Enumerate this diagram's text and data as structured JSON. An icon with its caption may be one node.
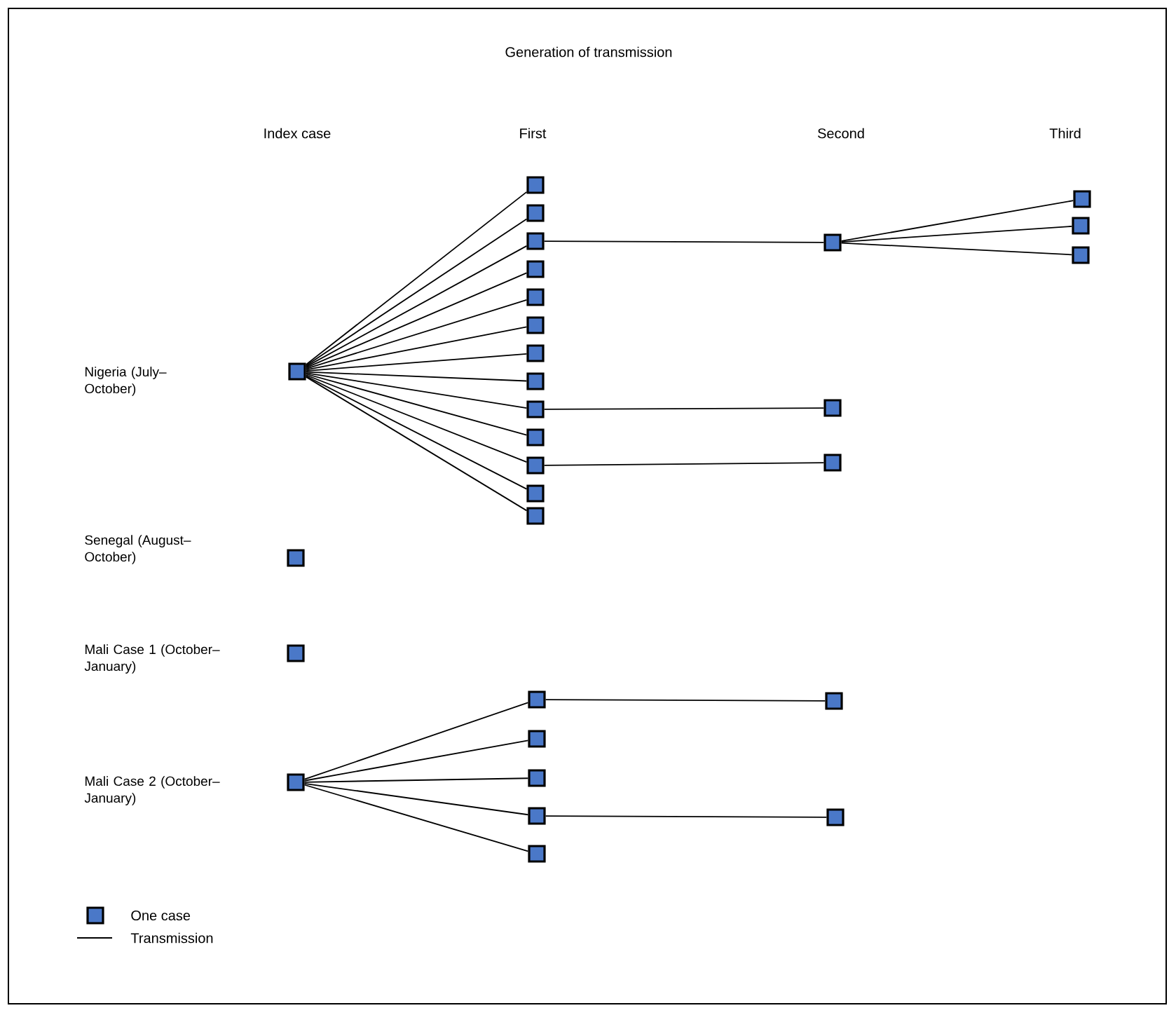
{
  "diagram": {
    "title": "Generation of transmission",
    "nodes": [
      {
        "text": [],
        "shape": "box"
      },
      {
        "text": [],
        "shape": "box"
      },
      {
        "text": [],
        "shape": "box"
      },
      {
        "text": [],
        "shape": "box"
      },
      {
        "text": [],
        "shape": "box"
      },
      {
        "text": [],
        "shape": "box"
      },
      {
        "text": [],
        "shape": "box"
      },
      {
        "text": [],
        "shape": "box"
      },
      {
        "text": [],
        "shape": "box"
      },
      {
        "text": [],
        "shape": "box"
      },
      {
        "text": [],
        "shape": "box"
      },
      {
        "text": [],
        "shape": "box"
      },
      {
        "text": [],
        "shape": "box"
      },
      {
        "text": [],
        "shape": "box"
      },
      {
        "text": [],
        "shape": "box"
      },
      {
        "text": [],
        "shape": "box"
      },
      {
        "text": [],
        "shape": "box"
      },
      {
        "text": [],
        "shape": "box"
      },
      {
        "text": [],
        "shape": "box"
      },
      {
        "text": [],
        "shape": "box"
      },
      {
        "text": [],
        "shape": "box"
      },
      {
        "text": [],
        "shape": "box"
      },
      {
        "text": [],
        "shape": "box"
      },
      {
        "text": [],
        "shape": "box"
      },
      {
        "text": [],
        "shape": "box"
      },
      {
        "text": [],
        "shape": "box"
      },
      {
        "text": [],
        "shape": "box"
      },
      {
        "text": [],
        "shape": "box"
      },
      {
        "text": [],
        "shape": "box"
      },
      {
        "text": [],
        "shape": "box"
      }
    ],
    "edges": [
      {
        "from": 0,
        "to": 1,
        "arrow": "none"
      },
      {
        "from": 0,
        "to": 2,
        "arrow": "none"
      },
      {
        "from": 0,
        "to": 3,
        "arrow": "none"
      },
      {
        "from": 0,
        "to": 4,
        "arrow": "none"
      },
      {
        "from": 0,
        "to": 5,
        "arrow": "none"
      },
      {
        "from": 0,
        "to": 6,
        "arrow": "none"
      },
      {
        "from": 0,
        "to": 7,
        "arrow": "none"
      },
      {
        "from": 0,
        "to": 8,
        "arrow": "none"
      },
      {
        "from": 0,
        "to": 9,
        "arrow": "none"
      },
      {
        "from": 0,
        "to": 10,
        "arrow": "none"
      },
      {
        "from": 0,
        "to": 11,
        "arrow": "none"
      },
      {
        "from": 0,
        "to": 12,
        "arrow": "none"
      },
      {
        "from": 0,
        "to": 13,
        "arrow": "none"
      },
      {
        "from": 3,
        "to": 14,
        "arrow": "none"
      },
      {
        "from": 9,
        "to": 15,
        "arrow": "none"
      },
      {
        "from": 11,
        "to": 16,
        "arrow": "none"
      },
      {
        "from": 14,
        "to": 17,
        "arrow": "none"
      },
      {
        "from": 14,
        "to": 18,
        "arrow": "none"
      },
      {
        "from": 14,
        "to": 19,
        "arrow": "none"
      },
      {
        "from": 22,
        "to": 23,
        "arrow": "none"
      },
      {
        "from": 22,
        "to": 24,
        "arrow": "none"
      },
      {
        "from": 22,
        "to": 25,
        "arrow": "none"
      },
      {
        "from": 22,
        "to": 26,
        "arrow": "none"
      },
      {
        "from": 22,
        "to": 27,
        "arrow": "none"
      },
      {
        "from": 23,
        "to": 28,
        "arrow": "none"
      },
      {
        "from": 26,
        "to": 29,
        "arrow": "none"
      }
    ],
    "labels": [
      "Index case",
      "First",
      "Second",
      "Third",
      "Nigeria (July–October)",
      "Senegal (August–October)",
      "Mali Case 1 (October–January)",
      "Mali Case 2 (October–January)"
    ],
    "legend": [
      {
        "text": "One case"
      },
      {
        "text": "Transmission"
      }
    ]
  }
}
